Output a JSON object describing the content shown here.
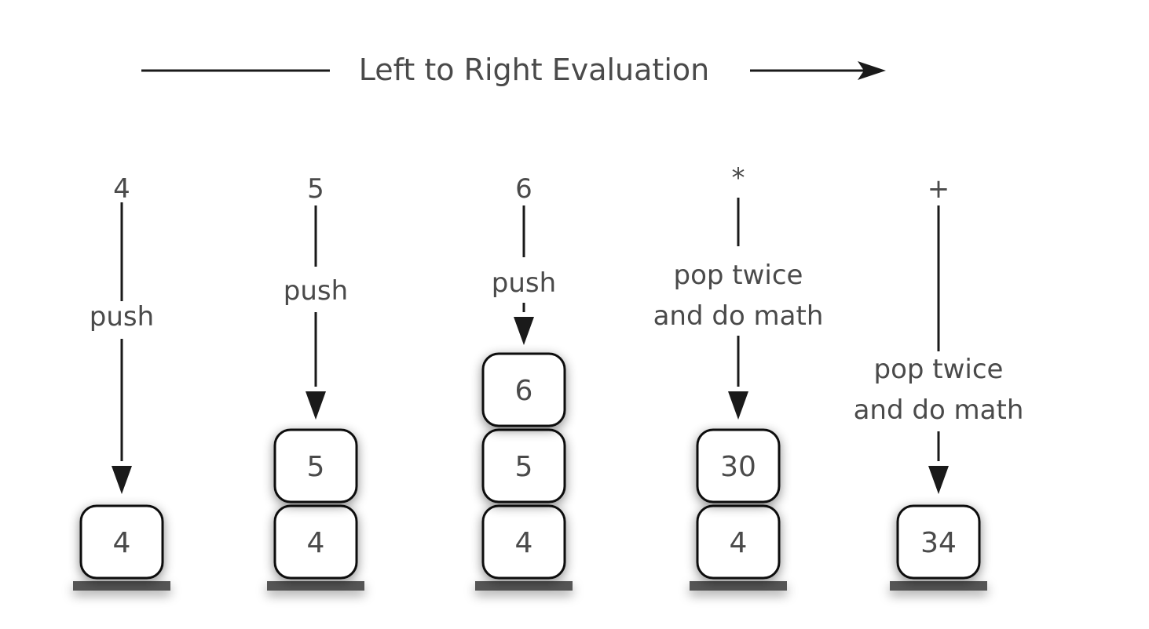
{
  "title": "Left to Right Evaluation",
  "steps": [
    {
      "token": "4",
      "action_lines": [
        "push"
      ],
      "stack": [
        "4"
      ]
    },
    {
      "token": "5",
      "action_lines": [
        "push"
      ],
      "stack": [
        "4",
        "5"
      ]
    },
    {
      "token": "6",
      "action_lines": [
        "push"
      ],
      "stack": [
        "4",
        "5",
        "6"
      ]
    },
    {
      "token": "*",
      "action_lines": [
        "pop twice",
        "and do math"
      ],
      "stack": [
        "4",
        "30"
      ]
    },
    {
      "token": "+",
      "action_lines": [
        "pop twice",
        "and do math"
      ],
      "stack": [
        "34"
      ]
    }
  ],
  "colors": {
    "line": "#1a1a1a",
    "text": "#4a4a4a",
    "base": "#555555",
    "box_fill": "#ffffff",
    "box_stroke": "#111111"
  }
}
